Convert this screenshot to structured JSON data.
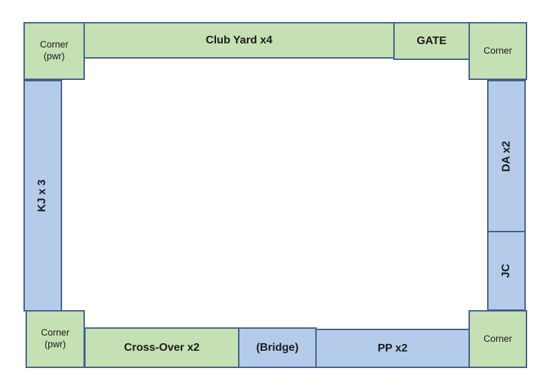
{
  "colors": {
    "green_block": "#c5e0b3",
    "blue_block": "#b4cbea",
    "border": "#3f5f8f"
  },
  "blocks": {
    "corner_top_left": "Corner\n(pwr)",
    "club_yard": "Club Yard x4",
    "gate": "GATE",
    "corner_top_right": "Corner",
    "kj": "KJ x 3",
    "da": "DA x2",
    "jc": "JC",
    "corner_bottom_left": "Corner\n(pwr)",
    "cross_over": "Cross-Over x2",
    "bridge": "(Bridge)",
    "pp": "PP x2",
    "corner_bottom_right": "Corner"
  }
}
